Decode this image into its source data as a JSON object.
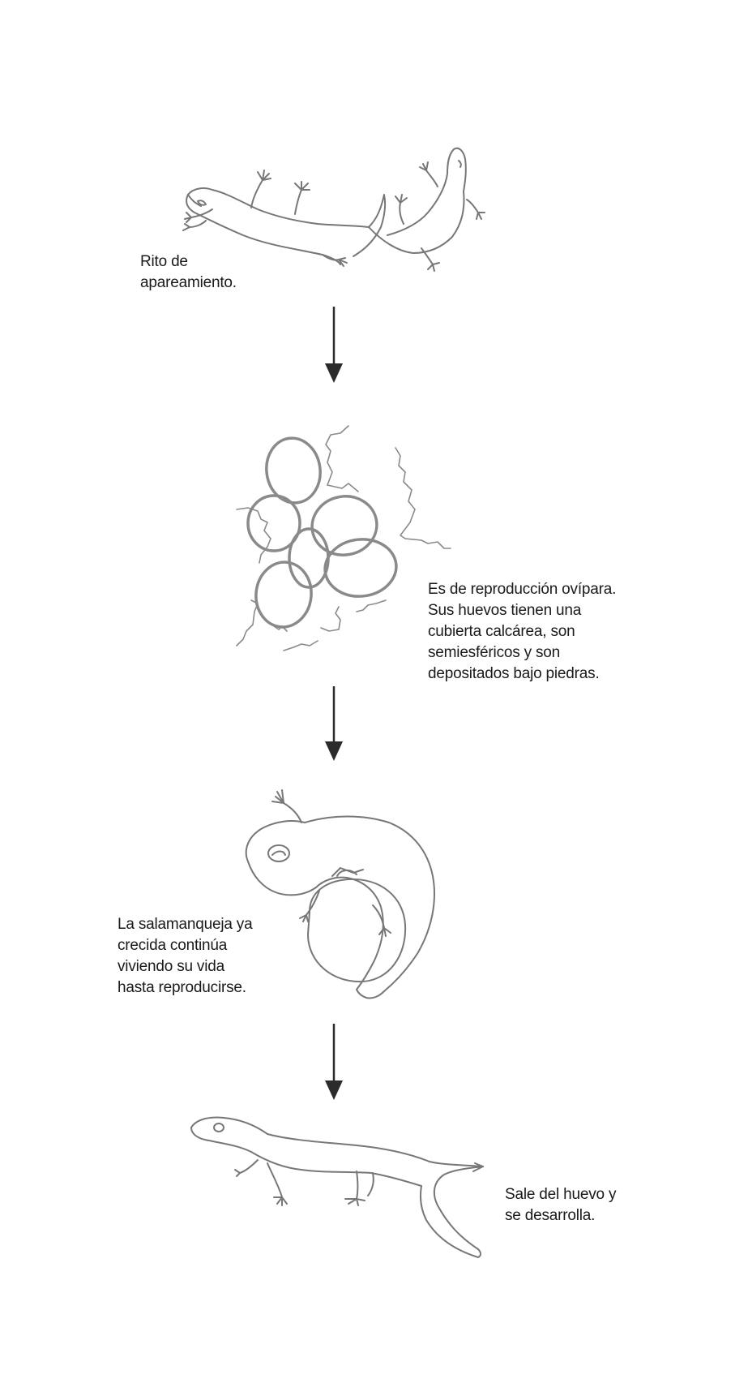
{
  "stages": [
    {
      "id": "mating",
      "text": "Rito de\napareamiento.",
      "icon": "mating-geckos-icon"
    },
    {
      "id": "eggs",
      "text": "Es de reproducción ovípara.\nSus huevos tienen una\ncubierta calcárea, son\nsemiesféricos y son\ndepositados bajo piedras.",
      "icon": "eggs-icon"
    },
    {
      "id": "adult",
      "text": "La salamanqueja ya\ncrecida continúa\nviviendo su vida\nhasta reproducirse.",
      "icon": "gecko-on-egg-icon"
    },
    {
      "id": "hatchling",
      "text": "Sale del huevo y\nse desarrolla.",
      "icon": "hatchling-gecko-icon"
    }
  ],
  "colors": {
    "text": "#1a1a1a",
    "arrow": "#2b2b2b",
    "sketch": "#777777"
  }
}
